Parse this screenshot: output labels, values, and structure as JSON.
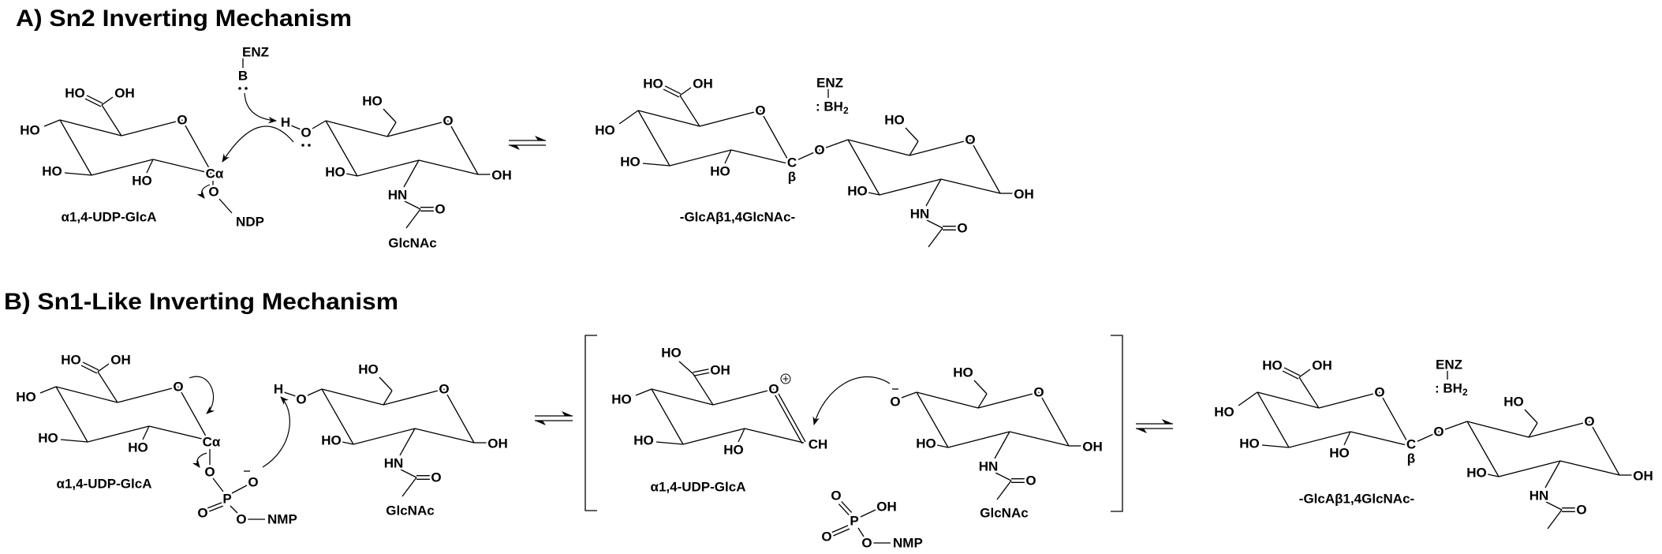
{
  "panel_a": {
    "title": "A) Sn2 Inverting Mechanism",
    "donor_label": "α1,4-UDP-GlcA",
    "acceptor_label": "GlcNAc",
    "product_label": "-GlcAβ1,4GlcNAc-",
    "enzyme": "ENZ",
    "base": "B",
    "protonated_base_prefix": ": BH",
    "protonated_base_subscript": "2",
    "leaving_group": "NDP"
  },
  "panel_b": {
    "title": "B) Sn1-Like Inverting Mechanism",
    "donor_label": "α1,4-UDP-GlcA",
    "acceptor_label": "GlcNAc",
    "intermediate_donor_label": "α1,4-UDP-GlcA",
    "intermediate_acceptor_label": "GlcNAc",
    "product_label": "-GlcAβ1,4GlcNAc-",
    "enzyme": "ENZ",
    "protonated_base_prefix": ": BH",
    "protonated_base_subscript": "2",
    "leaving_group": "NMP"
  },
  "atoms": {
    "ho": "HO",
    "oh": "OH",
    "o": "O",
    "h": "H",
    "hn": "HN",
    "p": "P",
    "c": "C",
    "c_alpha": "Cα",
    "beta": "β",
    "ch": "CH"
  },
  "colors": {
    "ink": "#000000",
    "background": "#ffffff"
  }
}
